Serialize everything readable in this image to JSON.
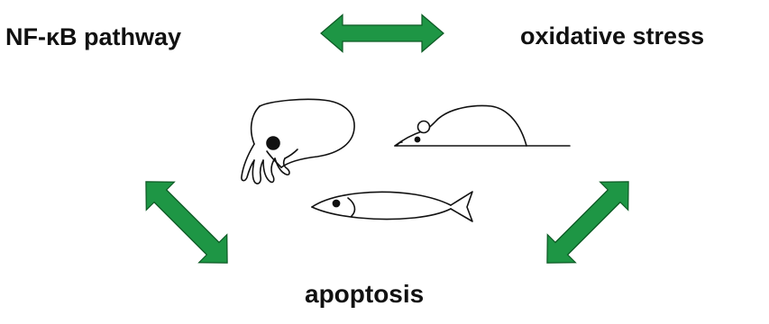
{
  "labels": {
    "nfkb": "NF-κB pathway",
    "oxidative": "oxidative stress",
    "apoptosis": "apoptosis"
  },
  "colors": {
    "arrow": "#1e9645",
    "arrow_outline": "#0d5a25",
    "outline": "#111111"
  },
  "icons": [
    "double-arrow-icon",
    "squid-icon",
    "mouse-icon",
    "fish-icon"
  ]
}
